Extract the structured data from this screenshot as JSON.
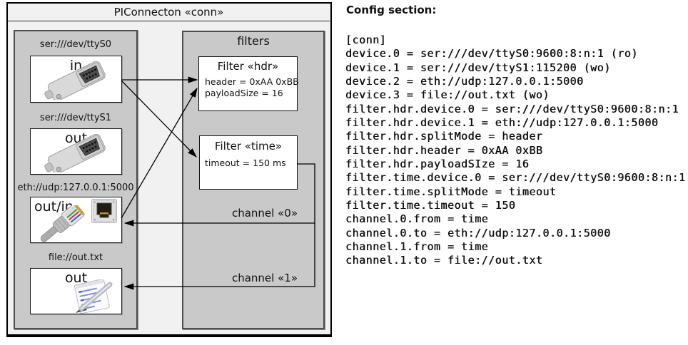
{
  "colors": {
    "outer_bg": "#f1f1f1",
    "group_bg": "#c9c9c9",
    "box_bg": "#ffffff",
    "line": "#000000"
  },
  "diagram": {
    "title": "PIConnecton «conn»",
    "devices_group": {
      "devices": [
        {
          "label": "ser:///dev/ttyS0",
          "direction": "in",
          "icon": "serial-connector-icon"
        },
        {
          "label": "ser:///dev/ttyS1",
          "direction": "out",
          "icon": "serial-connector-icon"
        },
        {
          "label": "eth://udp:127.0.0.1:5000",
          "direction": "out/in",
          "icon": "ethernet-port-and-cable-icon"
        },
        {
          "label": "file://out.txt",
          "direction": "out",
          "icon": "notepad-pencil-icon"
        }
      ]
    },
    "filters_group": {
      "title": "filters",
      "filters": [
        {
          "title": "Filter «hdr»",
          "attributes": [
            "header = 0xAA 0xBB",
            "payloadSize = 16"
          ]
        },
        {
          "title": "Filter «time»",
          "attributes": [
            "timeout = 150 ms"
          ]
        }
      ]
    },
    "channels": [
      {
        "label": "channel «0»"
      },
      {
        "label": "channel «1»"
      }
    ]
  },
  "config": {
    "heading": "Config section:",
    "lines": [
      "[conn]",
      "device.0 = ser:///dev/ttyS0:9600:8:n:1 (ro)",
      "device.1 = ser:///dev/ttyS1:115200 (wo)",
      "device.2 = eth://udp:127.0.0.1:5000",
      "device.3 = file://out.txt (wo)",
      "filter.hdr.device.0 = ser:///dev/ttyS0:9600:8:n:1",
      "filter.hdr.device.1 = eth://udp:127.0.0.1:5000",
      "filter.hdr.splitMode = header",
      "filter.hdr.header = 0xAA 0xBB",
      "filter.hdr.payloadSIze = 16",
      "filter.time.device.0 = ser:///dev/ttyS0:9600:8:n:1",
      "filter.time.splitMode = timeout",
      "filter.time.timeout = 150",
      "channel.0.from = time",
      "channel.0.to = eth://udp:127.0.0.1:5000",
      "channel.1.from = time",
      "channel.1.to = file://out.txt"
    ]
  }
}
